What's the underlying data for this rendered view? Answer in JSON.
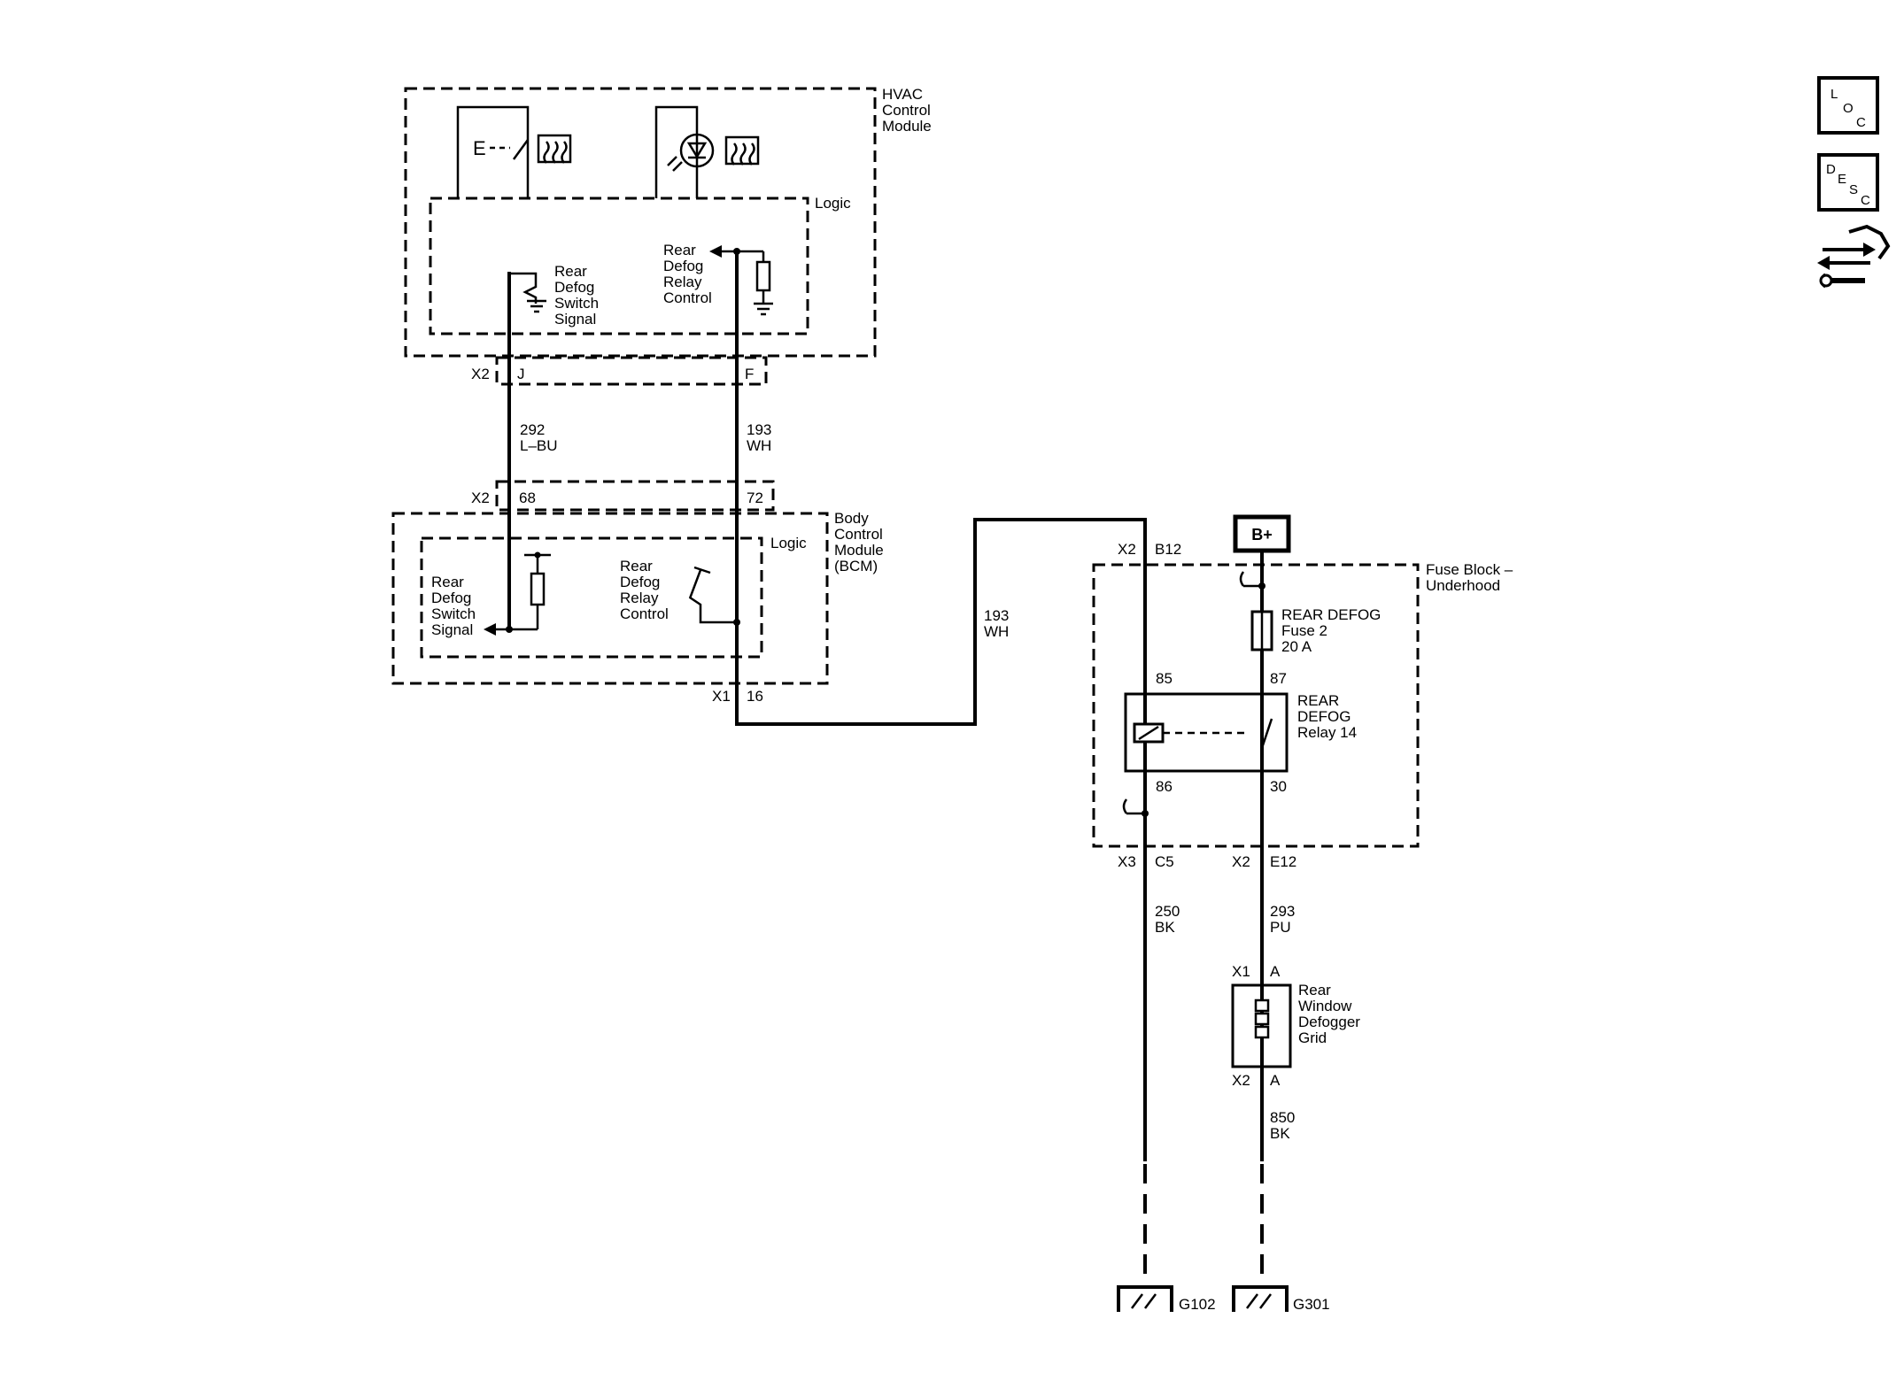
{
  "hvac": {
    "title": [
      "HVAC",
      "Control",
      "Module"
    ],
    "logic": "Logic",
    "switch_label": "E",
    "switch_signal": [
      "Rear",
      "Defog",
      "Switch",
      "Signal"
    ],
    "relay_control": [
      "Rear",
      "Defog",
      "Relay",
      "Control"
    ],
    "conn": "X2",
    "pin_j": "J",
    "pin_f": "F"
  },
  "wires": {
    "w292": [
      "292",
      "L–BU"
    ],
    "w193a": [
      "193",
      "WH"
    ],
    "w193b": [
      "193",
      "WH"
    ],
    "w250": [
      "250",
      "BK"
    ],
    "w293": [
      "293",
      "PU"
    ],
    "w850": [
      "850",
      "BK"
    ]
  },
  "bcm": {
    "title": [
      "Body",
      "Control",
      "Module",
      "(BCM)"
    ],
    "logic": "Logic",
    "conn_top": "X2",
    "pin_68": "68",
    "pin_72": "72",
    "switch_signal": [
      "Rear",
      "Defog",
      "Switch",
      "Signal"
    ],
    "relay_control": [
      "Rear",
      "Defog",
      "Relay",
      "Control"
    ],
    "conn_bottom": "X1",
    "pin_16": "16"
  },
  "fuse_block": {
    "title": [
      "Fuse Block –",
      "Underhood"
    ],
    "battery": "B+",
    "conn_b12": "X2",
    "pin_b12": "B12",
    "fuse": [
      "REAR DEFOG",
      "Fuse 2",
      "20 A"
    ],
    "pin_85": "85",
    "pin_87": "87",
    "pin_86": "86",
    "pin_30": "30",
    "relay": [
      "REAR",
      "DEFOG",
      "Relay 14"
    ],
    "conn_c5": "X3",
    "pin_c5": "C5",
    "conn_e12": "X2",
    "pin_e12": "E12"
  },
  "grid": {
    "conn_top": "X1",
    "pin_top": "A",
    "label": [
      "Rear",
      "Window",
      "Defogger",
      "Grid"
    ],
    "conn_bottom": "X2",
    "pin_bottom": "A"
  },
  "grounds": {
    "g102": "G102",
    "g301": "G301"
  },
  "nav": {
    "loc": [
      "L",
      "O",
      "C"
    ],
    "desc": [
      "D",
      "E",
      "S",
      "C"
    ],
    "icon_third": "connector-tool-icon"
  }
}
